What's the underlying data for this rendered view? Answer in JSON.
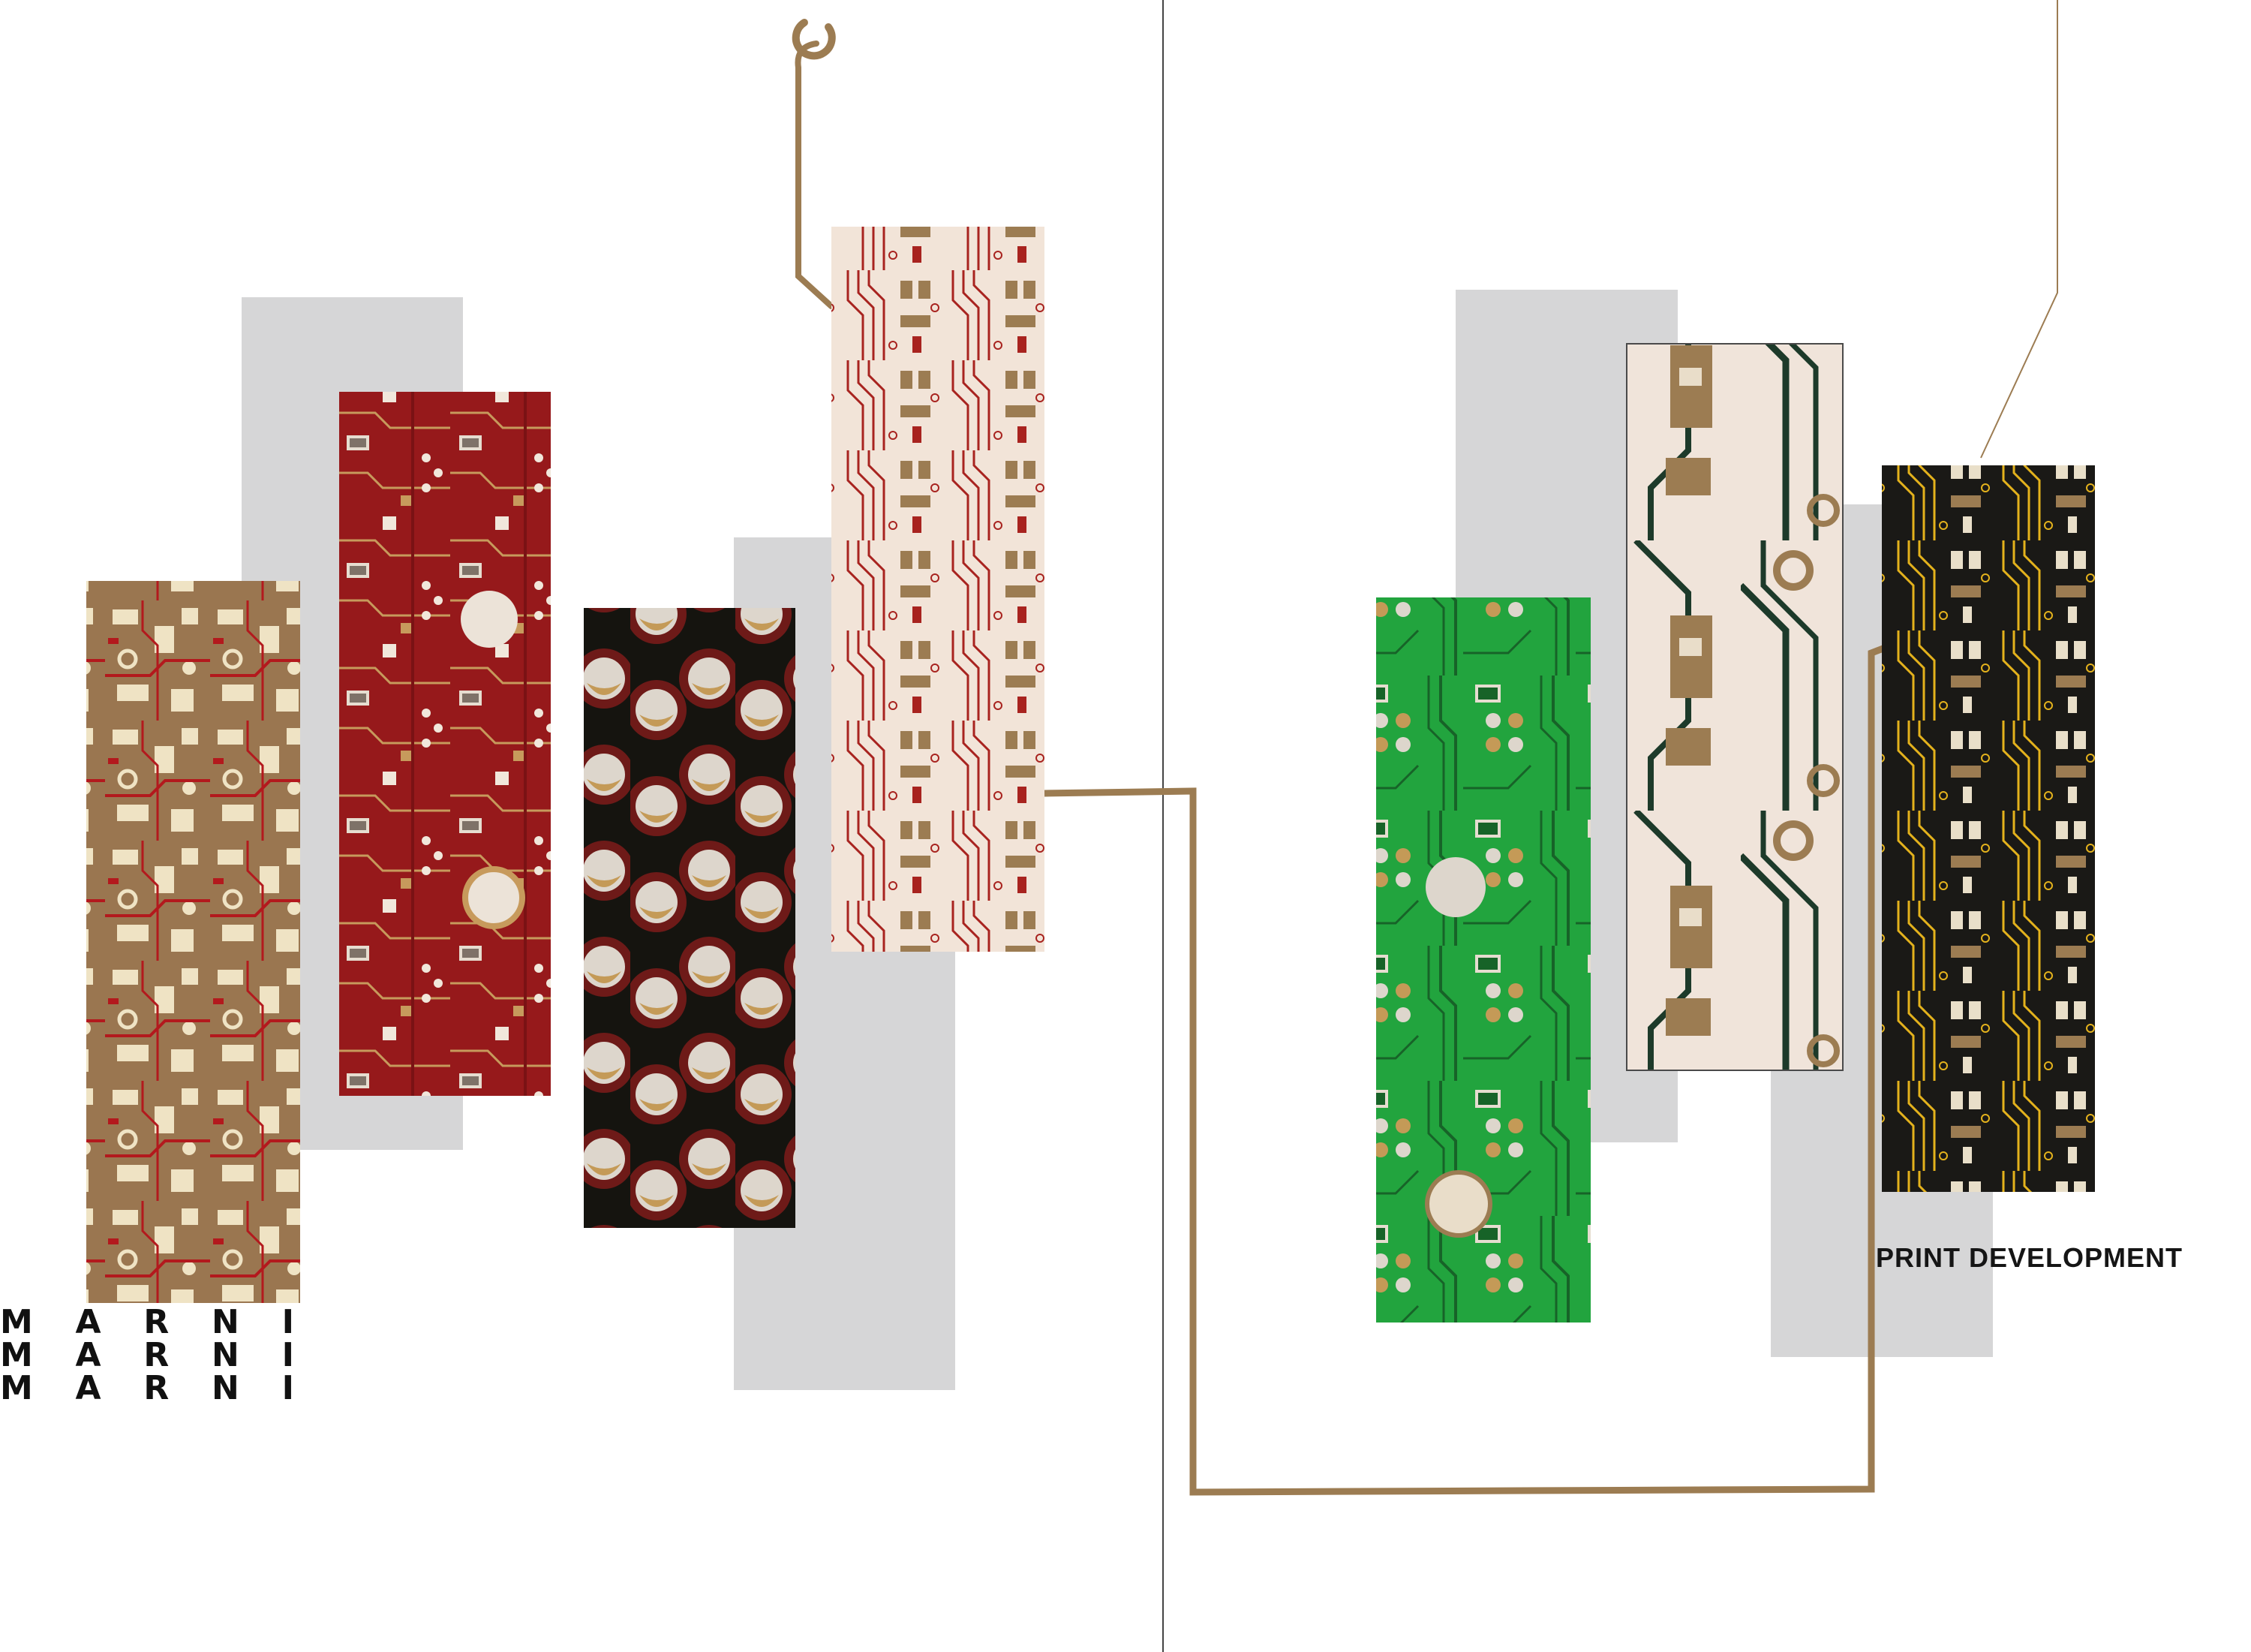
{
  "brand": {
    "lines": [
      [
        "M",
        "A",
        "R",
        "N",
        "I"
      ],
      [
        "M",
        "A",
        "R",
        "N",
        "I"
      ],
      [
        "M",
        "A",
        "R",
        "N",
        "I"
      ]
    ]
  },
  "caption": "PRINT DEVELOPMENT",
  "colors": {
    "background": "#ffffff",
    "shadow_panel": "#d6d6d7",
    "trace_gold": "#9c7c52",
    "divider": "#444444",
    "swatch_tan_base": "#9a7650",
    "swatch_red_base": "#96191b",
    "swatch_black_dots_base": "#15140f",
    "swatch_cream_red_base": "#f2e4d8",
    "swatch_green_base": "#22a43e",
    "swatch_cream_green_base": "#f0e4da",
    "swatch_black_yellow_base": "#1a1916"
  },
  "swatches": [
    {
      "name": "tan-circuit-swatch",
      "pattern": "tan"
    },
    {
      "name": "red-circuit-swatch",
      "pattern": "red"
    },
    {
      "name": "black-dots-swatch",
      "pattern": "dots"
    },
    {
      "name": "cream-red-circuit-swatch",
      "pattern": "cream-red"
    },
    {
      "name": "green-circuit-swatch",
      "pattern": "green"
    },
    {
      "name": "cream-green-circuit-swatch",
      "pattern": "cream-green"
    },
    {
      "name": "black-yellow-circuit-swatch",
      "pattern": "black-yellow"
    }
  ]
}
